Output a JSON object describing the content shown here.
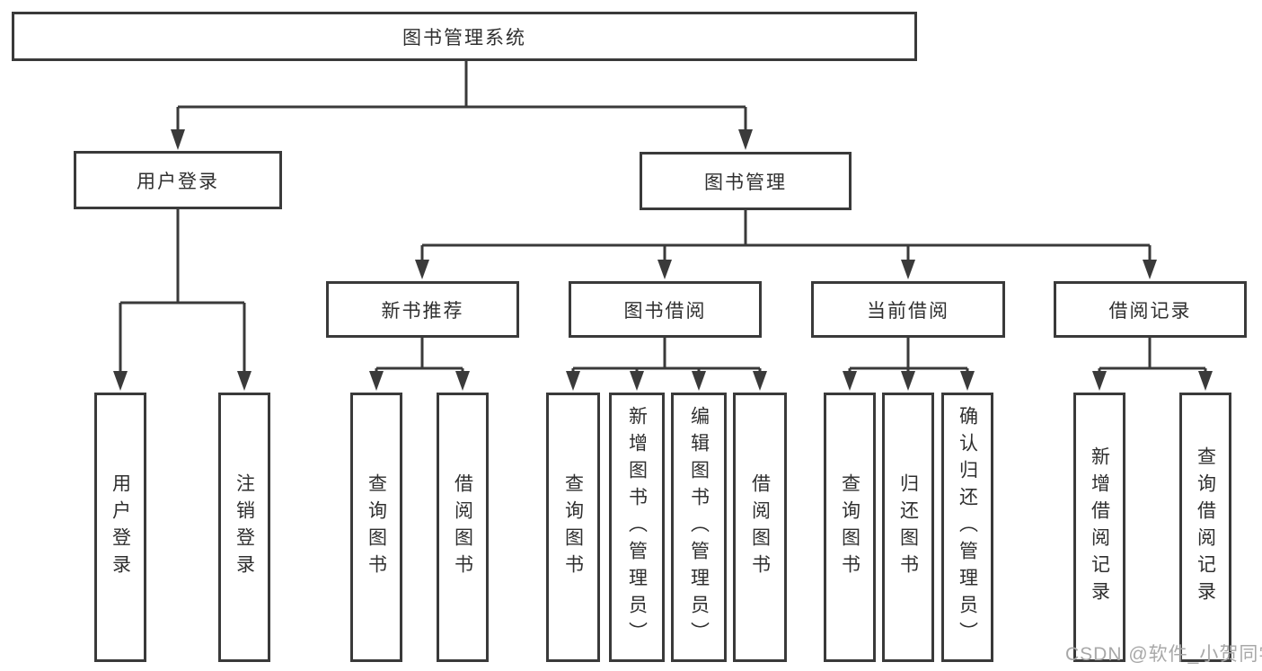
{
  "colors": {
    "line": "#3a3a3a",
    "border": "#3a3a3a",
    "text": "#2f2f2f",
    "background": "#ffffff",
    "watermark": "#a8a8a8"
  },
  "watermark": {
    "text": "CSDN @软件_小贺同学"
  },
  "tree": {
    "label": "图书管理系统",
    "children": [
      {
        "label": "用户登录",
        "children": [
          {
            "label": "用户登录"
          },
          {
            "label": "注销登录"
          }
        ]
      },
      {
        "label": "图书管理",
        "children": [
          {
            "label": "新书推荐",
            "children": [
              {
                "label": "查询图书"
              },
              {
                "label": "借阅图书"
              }
            ]
          },
          {
            "label": "图书借阅",
            "children": [
              {
                "label": "查询图书"
              },
              {
                "label": "新增图书（管理员）"
              },
              {
                "label": "编辑图书（管理员）"
              },
              {
                "label": "借阅图书"
              }
            ]
          },
          {
            "label": "当前借阅",
            "children": [
              {
                "label": "查询图书"
              },
              {
                "label": "归还图书"
              },
              {
                "label": "确认归还（管理员）"
              }
            ]
          },
          {
            "label": "借阅记录",
            "children": [
              {
                "label": "新增借阅记录"
              },
              {
                "label": "查询借阅记录"
              }
            ]
          }
        ]
      }
    ]
  }
}
